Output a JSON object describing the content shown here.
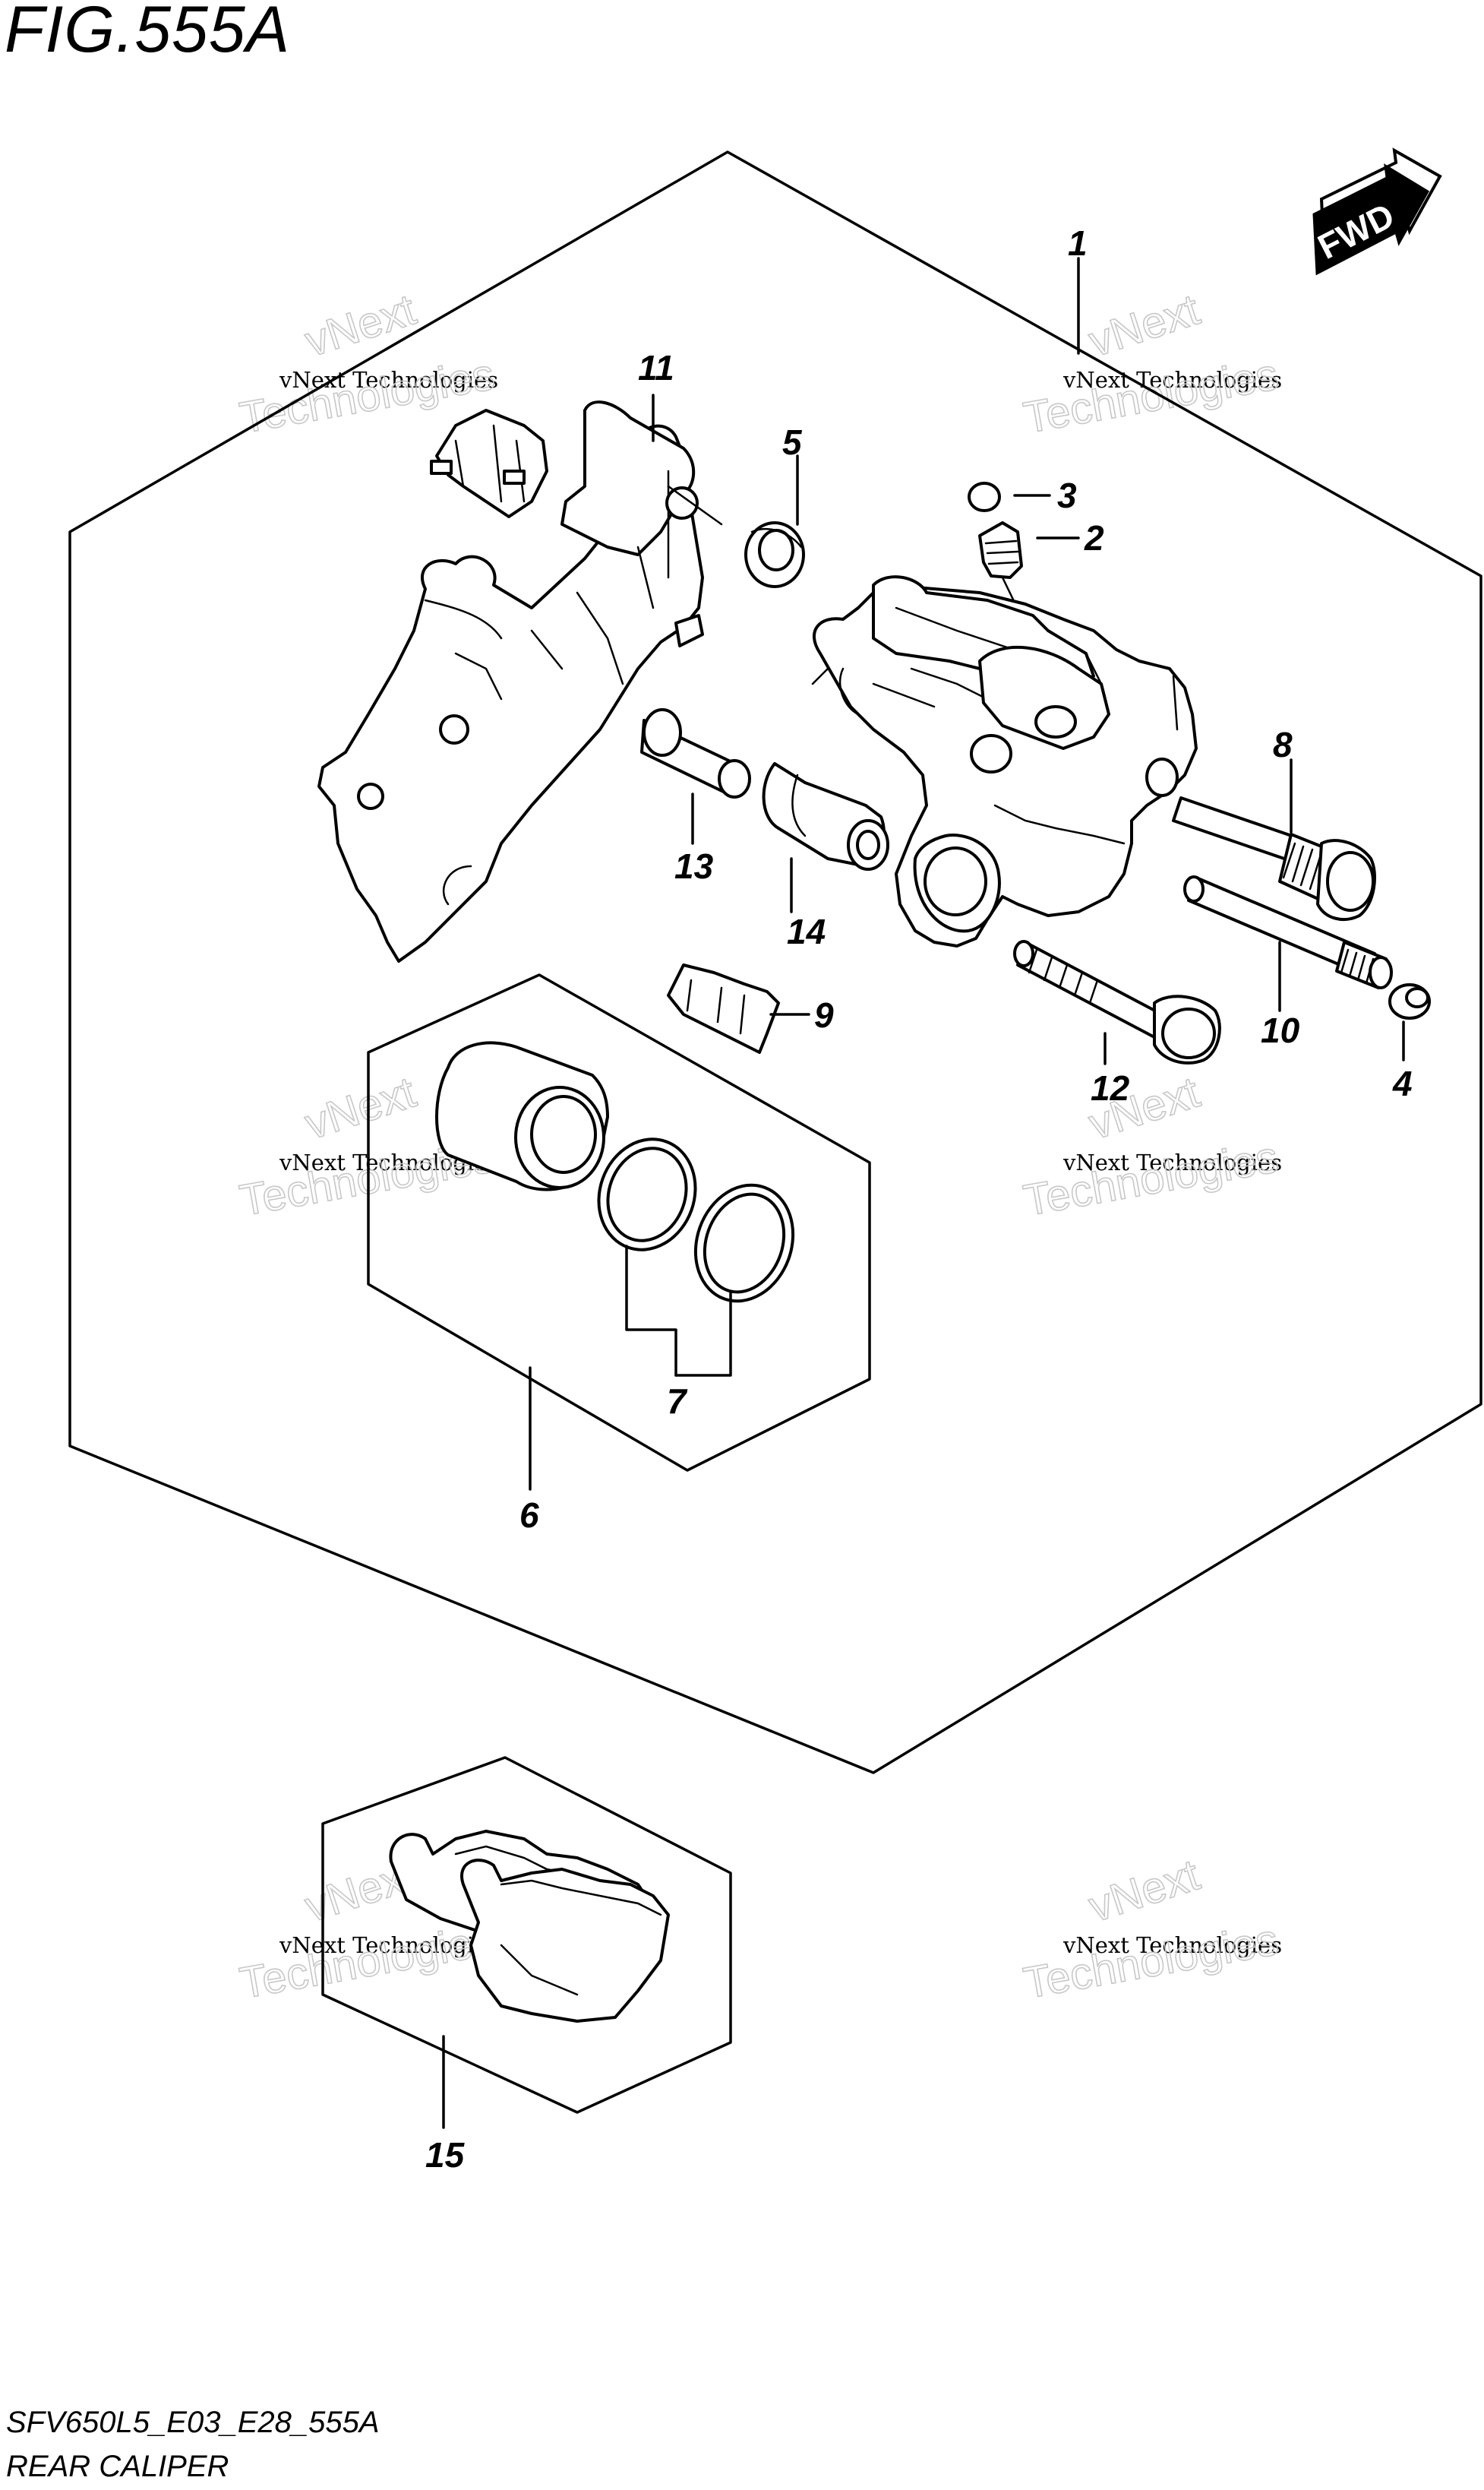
{
  "figure": {
    "title": "FIG.555A",
    "code": "SFV650L5_E03_E28_555A",
    "name": "REAR CALIPER"
  },
  "direction_badge": {
    "label": "FWD"
  },
  "watermark": {
    "line1": "vNext Technologies",
    "line2a": "vNext",
    "line2b": "Technologies"
  },
  "callouts": [
    "1",
    "2",
    "3",
    "4",
    "5",
    "6",
    "7",
    "8",
    "9",
    "10",
    "11",
    "12",
    "13",
    "14",
    "15"
  ]
}
